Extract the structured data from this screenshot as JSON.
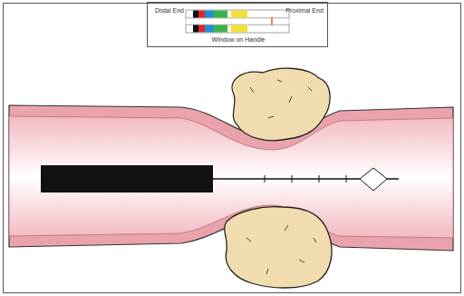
{
  "diagram": {
    "nodes": [
      {
        "text": [
          "Distal End",
          "Proximal End",
          "Window on Handle"
        ]
      }
    ]
  }
}
